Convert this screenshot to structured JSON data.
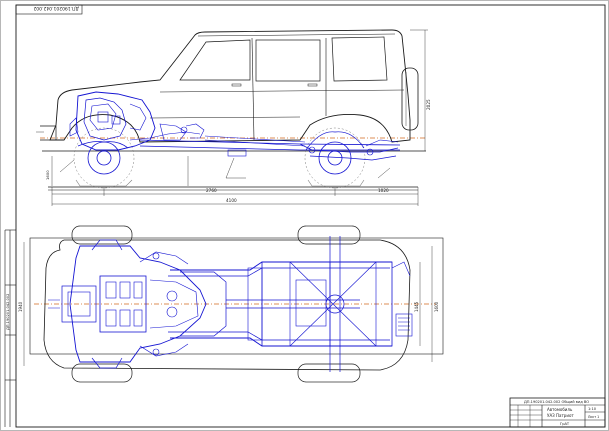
{
  "sheet": {
    "stamp_top_left": "ДП.190201.042.002",
    "margin_doc_number": "ДП.190201.042.002",
    "side_view_dimensions": {
      "wheelbase": "2760",
      "overall_length": "4100",
      "rear_overhang": "1020",
      "overall_height": "2025",
      "front_track_label": "1600"
    },
    "plan_view_dimensions": {
      "left_width": "1940",
      "right_width": "1445",
      "right_width_2": "1600"
    },
    "title_block": {
      "doc_number": "ДП.190201.042.002 Общий вид ВО",
      "title_line1": "Автомобиль",
      "title_line2": "УАЗ Патриот",
      "scale": "1:10",
      "sheet": "Лист 1",
      "org": "ГрАТ"
    }
  },
  "colors": {
    "drawing_blue": "#1414d2",
    "line_black": "#1a1a1a",
    "axis_orange": "#d2691e"
  }
}
